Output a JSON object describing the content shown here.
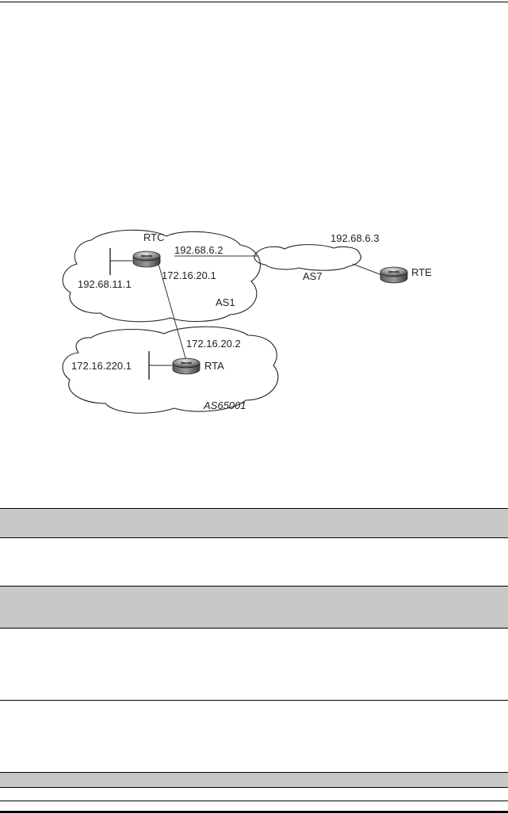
{
  "diagram": {
    "routers": {
      "rtc": "RTC",
      "rta": "RTA",
      "rte": "RTE"
    },
    "addresses": {
      "rtc_to_as7": "192.68.6.2",
      "rtc_lan": "192.68.11.1",
      "rtc_to_rta": "172.16.20.1",
      "rta_to_rtc": "172.16.20.2",
      "rta_lan": "172.16.220.1",
      "rte_to_as7": "192.68.6.3"
    },
    "autonomous_systems": {
      "as1": "AS1",
      "as7": "AS7",
      "as65001": "AS65001"
    }
  }
}
